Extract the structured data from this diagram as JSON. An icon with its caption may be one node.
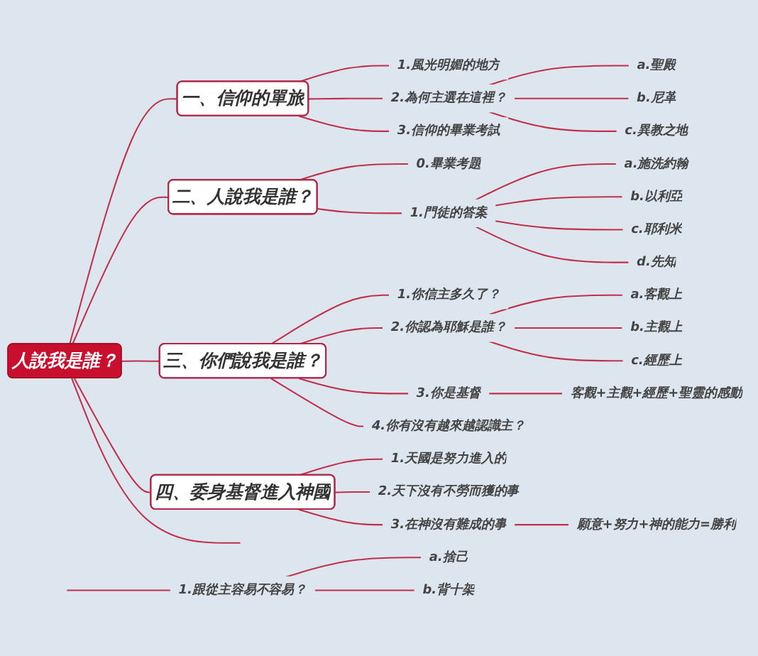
{
  "diagram": {
    "nodes": [
      {
        "text": [
          "人說我是誰？"
        ]
      },
      {
        "text": [
          "一、信仰的單旅"
        ]
      },
      {
        "text": [
          "1.風光明媚的地方"
        ]
      },
      {
        "text": [
          "2.為何主選在這裡？"
        ]
      },
      {
        "text": [
          "a.聖殿"
        ]
      },
      {
        "text": [
          "b.尼革"
        ]
      },
      {
        "text": [
          "c.異教之地"
        ]
      },
      {
        "text": [
          "3.信仰的畢業考試"
        ]
      },
      {
        "text": [
          "二、人說我是誰？"
        ]
      },
      {
        "text": [
          "0.畢業考題"
        ]
      },
      {
        "text": [
          "1.門徒的答案"
        ]
      },
      {
        "text": [
          "a.施洗約翰"
        ]
      },
      {
        "text": [
          "b.以利亞"
        ]
      },
      {
        "text": [
          "c.耶利米"
        ]
      },
      {
        "text": [
          "d.先知"
        ]
      },
      {
        "text": [
          "三、你們說我是誰？"
        ]
      },
      {
        "text": [
          "1.你信主多久了？"
        ]
      },
      {
        "text": [
          "2.你認為耶穌是誰？"
        ]
      },
      {
        "text": [
          "a.客觀上"
        ]
      },
      {
        "text": [
          "b.主觀上"
        ]
      },
      {
        "text": [
          "c.經歷上"
        ]
      },
      {
        "text": [
          "3.你是基督"
        ]
      },
      {
        "text": [
          "客觀+主觀+經歷+聖靈的感動"
        ]
      },
      {
        "text": [
          "4.你有沒有越來越認識主？"
        ]
      },
      {
        "text": [
          "四、委身基督進入神國"
        ]
      },
      {
        "text": [
          "1.天國是努力進入的"
        ]
      },
      {
        "text": [
          "2.天下沒有不勞而獲的事"
        ]
      },
      {
        "text": [
          "3.在神沒有難成的事"
        ]
      },
      {
        "text": [
          "願意+努力+神的能力=勝利"
        ]
      },
      {
        "text": [
          "1.跟從主容易不容易？"
        ]
      },
      {
        "text": [
          "a.捨己"
        ]
      },
      {
        "text": [
          "b.背十架"
        ]
      }
    ],
    "edges": [
      {
        "from": 0,
        "to": 1,
        "arrow": "none"
      },
      {
        "from": 1,
        "to": 2,
        "arrow": "none"
      },
      {
        "from": 1,
        "to": 3,
        "arrow": "none"
      },
      {
        "from": 3,
        "to": 4,
        "arrow": "none"
      },
      {
        "from": 3,
        "to": 5,
        "arrow": "none"
      },
      {
        "from": 3,
        "to": 6,
        "arrow": "none"
      },
      {
        "from": 1,
        "to": 7,
        "arrow": "none"
      },
      {
        "from": 0,
        "to": 8,
        "arrow": "none"
      },
      {
        "from": 8,
        "to": 9,
        "arrow": "none"
      },
      {
        "from": 8,
        "to": 10,
        "arrow": "none"
      },
      {
        "from": 10,
        "to": 11,
        "arrow": "none"
      },
      {
        "from": 10,
        "to": 12,
        "arrow": "none"
      },
      {
        "from": 10,
        "to": 13,
        "arrow": "none"
      },
      {
        "from": 10,
        "to": 14,
        "arrow": "none"
      },
      {
        "from": 0,
        "to": 15,
        "arrow": "none"
      },
      {
        "from": 15,
        "to": 16,
        "arrow": "none"
      },
      {
        "from": 15,
        "to": 17,
        "arrow": "none"
      },
      {
        "from": 17,
        "to": 18,
        "arrow": "none"
      },
      {
        "from": 17,
        "to": 19,
        "arrow": "none"
      },
      {
        "from": 17,
        "to": 20,
        "arrow": "none"
      },
      {
        "from": 15,
        "to": 21,
        "arrow": "none"
      },
      {
        "from": 21,
        "to": 22,
        "arrow": "none"
      },
      {
        "from": 15,
        "to": 23,
        "arrow": "none"
      },
      {
        "from": 0,
        "to": 24,
        "arrow": "none"
      },
      {
        "from": 24,
        "to": 25,
        "arrow": "none"
      },
      {
        "from": 24,
        "to": 26,
        "arrow": "none"
      },
      {
        "from": 24,
        "to": 27,
        "arrow": "none"
      },
      {
        "from": 27,
        "to": 28,
        "arrow": "none"
      },
      {
        "from": 0,
        "to": null,
        "arrow": "none"
      },
      {
        "from": null,
        "to": 29,
        "arrow": "none"
      },
      {
        "from": 29,
        "to": 30,
        "arrow": "none"
      },
      {
        "from": 29,
        "to": 31,
        "arrow": "none"
      }
    ]
  }
}
